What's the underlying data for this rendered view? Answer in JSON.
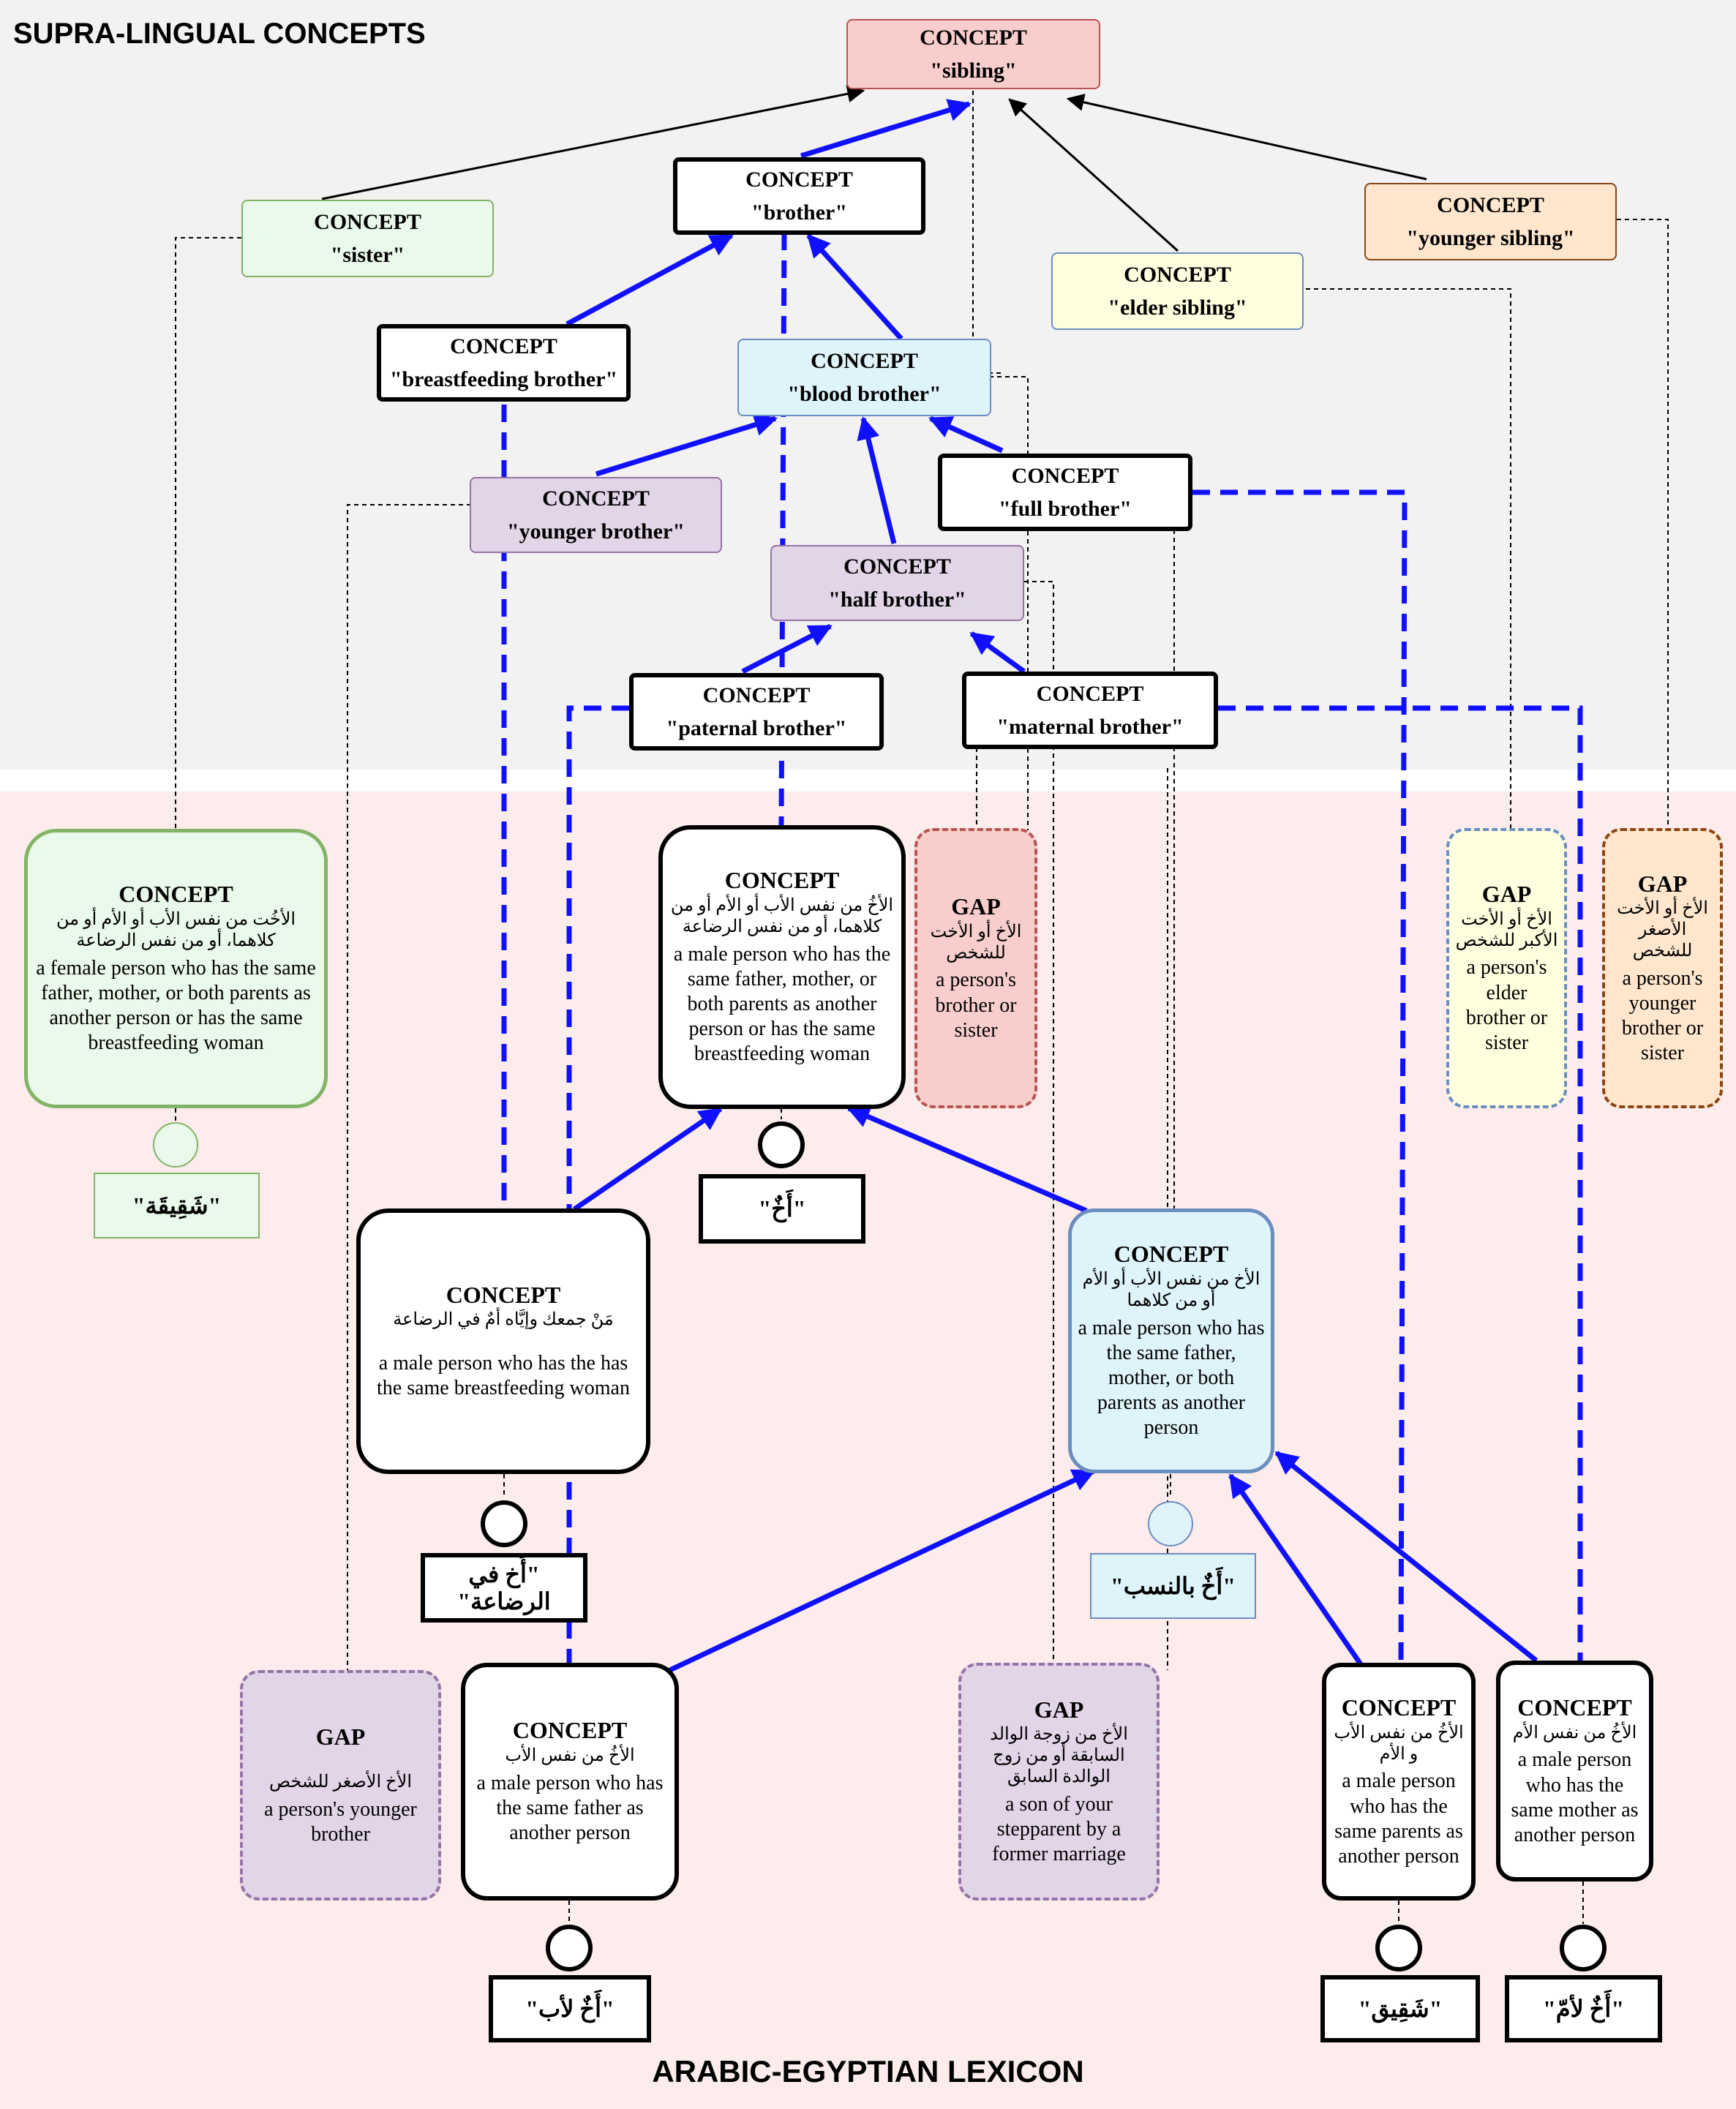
{
  "titles": {
    "top": "SUPRA-LINGUAL CONCEPTS",
    "bottom": "ARABIC-EGYPTIAN LEXICON"
  },
  "colors": {
    "blue_link": "#1010ff",
    "red_fill": "#f8cecc",
    "red_border": "#b85450",
    "green_fill": "#eafaea",
    "green_border": "#82b366",
    "yellow_fill": "#ffffe0",
    "yellow_border": "#6c8ebf",
    "orange_fill": "#ffe6cc",
    "orange_border": "#8b4513",
    "lightblue_fill": "#dff3fb",
    "lightblue_border": "#6c8ebf",
    "purple_fill": "#e1d5e7",
    "purple_border": "#9673a6"
  },
  "supra": {
    "sibling": {
      "head": "CONCEPT",
      "name": "\"sibling\""
    },
    "brother": {
      "head": "CONCEPT",
      "name": "\"brother\""
    },
    "sister": {
      "head": "CONCEPT",
      "name": "\"sister\""
    },
    "younger_sibling": {
      "head": "CONCEPT",
      "name": "\"younger sibling\""
    },
    "elder_sibling": {
      "head": "CONCEPT",
      "name": "\"elder sibling\""
    },
    "breastfeeding_brother": {
      "head": "CONCEPT",
      "name": "\"breastfeeding brother\""
    },
    "blood_brother": {
      "head": "CONCEPT",
      "name": "\"blood brother\""
    },
    "younger_brother": {
      "head": "CONCEPT",
      "name": "\"younger brother\""
    },
    "full_brother": {
      "head": "CONCEPT",
      "name": "\"full brother\""
    },
    "half_brother": {
      "head": "CONCEPT",
      "name": "\"half brother\""
    },
    "paternal_brother": {
      "head": "CONCEPT",
      "name": "\"paternal brother\""
    },
    "maternal_brother": {
      "head": "CONCEPT",
      "name": "\"maternal brother\""
    }
  },
  "lexicon": {
    "sister": {
      "head": "CONCEPT",
      "ar": "الأخُت من نفس الأب أو الأم أو من كلاهما، أو من نفس الرضاعة",
      "en": "a female person who has the same father, mother, or both parents as another person or has the same breastfeeding woman"
    },
    "brother": {
      "head": "CONCEPT",
      "ar": "الأخُ من نفس الأب أو الأم أو من كلاهما، أو من نفس الرضاعة",
      "en": "a male person who has the same father, mother, or both parents as another person or has the same breastfeeding woman"
    },
    "gap_sibling": {
      "head": "GAP",
      "ar": "الأخ أو الأخت للشخص",
      "en": "a person's brother or sister"
    },
    "gap_elder": {
      "head": "GAP",
      "ar": "الأخ أو الأخت الأكبر للشخص",
      "en": "a person's elder brother or sister"
    },
    "gap_younger_sibling": {
      "head": "GAP",
      "ar": "الأخ أو الأخت الأصغر للشخص",
      "en": "a person's younger brother or sister"
    },
    "breastfeeding": {
      "head": "CONCEPT",
      "ar": "مَنْ جمعك وإيَّاه أمٌ في الرضاعة",
      "en": "a male person who has the has the same breastfeeding woman"
    },
    "blood": {
      "head": "CONCEPT",
      "ar": "الأخ من نفس الأب أو الأم أو من كلاهما",
      "en": "a male person who has the same father, mother, or both parents as another person"
    },
    "gap_younger_brother": {
      "head": "GAP",
      "ar": "الأخ الأصغر للشخص",
      "en": "a person's younger brother"
    },
    "paternal": {
      "head": "CONCEPT",
      "ar": "الأخُ من نفس الأب",
      "en": "a male person who has the same father as another person"
    },
    "gap_step": {
      "head": "GAP",
      "ar": "الأخ من زوجة الوالد السابقة أو من زوج الوالدة السابق",
      "en": "a son of your stepparent by a former marriage"
    },
    "full": {
      "head": "CONCEPT",
      "ar": "الأخُ من نفس الأب و الأم",
      "en": "a male person who has the same parents as another person"
    },
    "maternal": {
      "head": "CONCEPT",
      "ar": "الأخُ من نفس الأم",
      "en": "a male person who has the same mother as another person"
    }
  },
  "lemmas": {
    "shaqiqa": "\"شَقِيقَة\"",
    "akh": "\"أَخٌ\"",
    "akh_reda": "\"أَخ في الرضاعة\"",
    "akh_nasab": "\"أَخٌ بالنسب\"",
    "akh_ab": "\"أَخٌ لأب\"",
    "shaqiq": "\"شَقِيق\"",
    "akh_om": "\"أَخٌ لأمّ\""
  }
}
